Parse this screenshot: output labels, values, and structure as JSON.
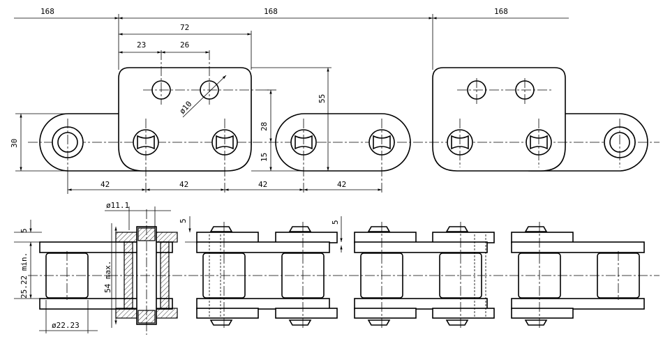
{
  "top_view": {
    "pitch_left": "168",
    "pitch_mid": "168",
    "pitch_right": "168",
    "attach_width": "72",
    "hole_off_1": "23",
    "hole_off_2": "26",
    "hole_dia": "ø10",
    "height_55": "55",
    "height_28": "28",
    "height_15": "15",
    "height_30": "30",
    "seg_1": "42",
    "seg_2": "42",
    "seg_3": "42",
    "seg_4": "42"
  },
  "side_view": {
    "pin_dia": "ø11.1",
    "plate_5_left": "5",
    "plate_5_mid": "5",
    "plate_5_small": "5",
    "inner_width": "25.22 min.",
    "overall_width": "54 max.",
    "roller_dia": "ø22.23"
  }
}
